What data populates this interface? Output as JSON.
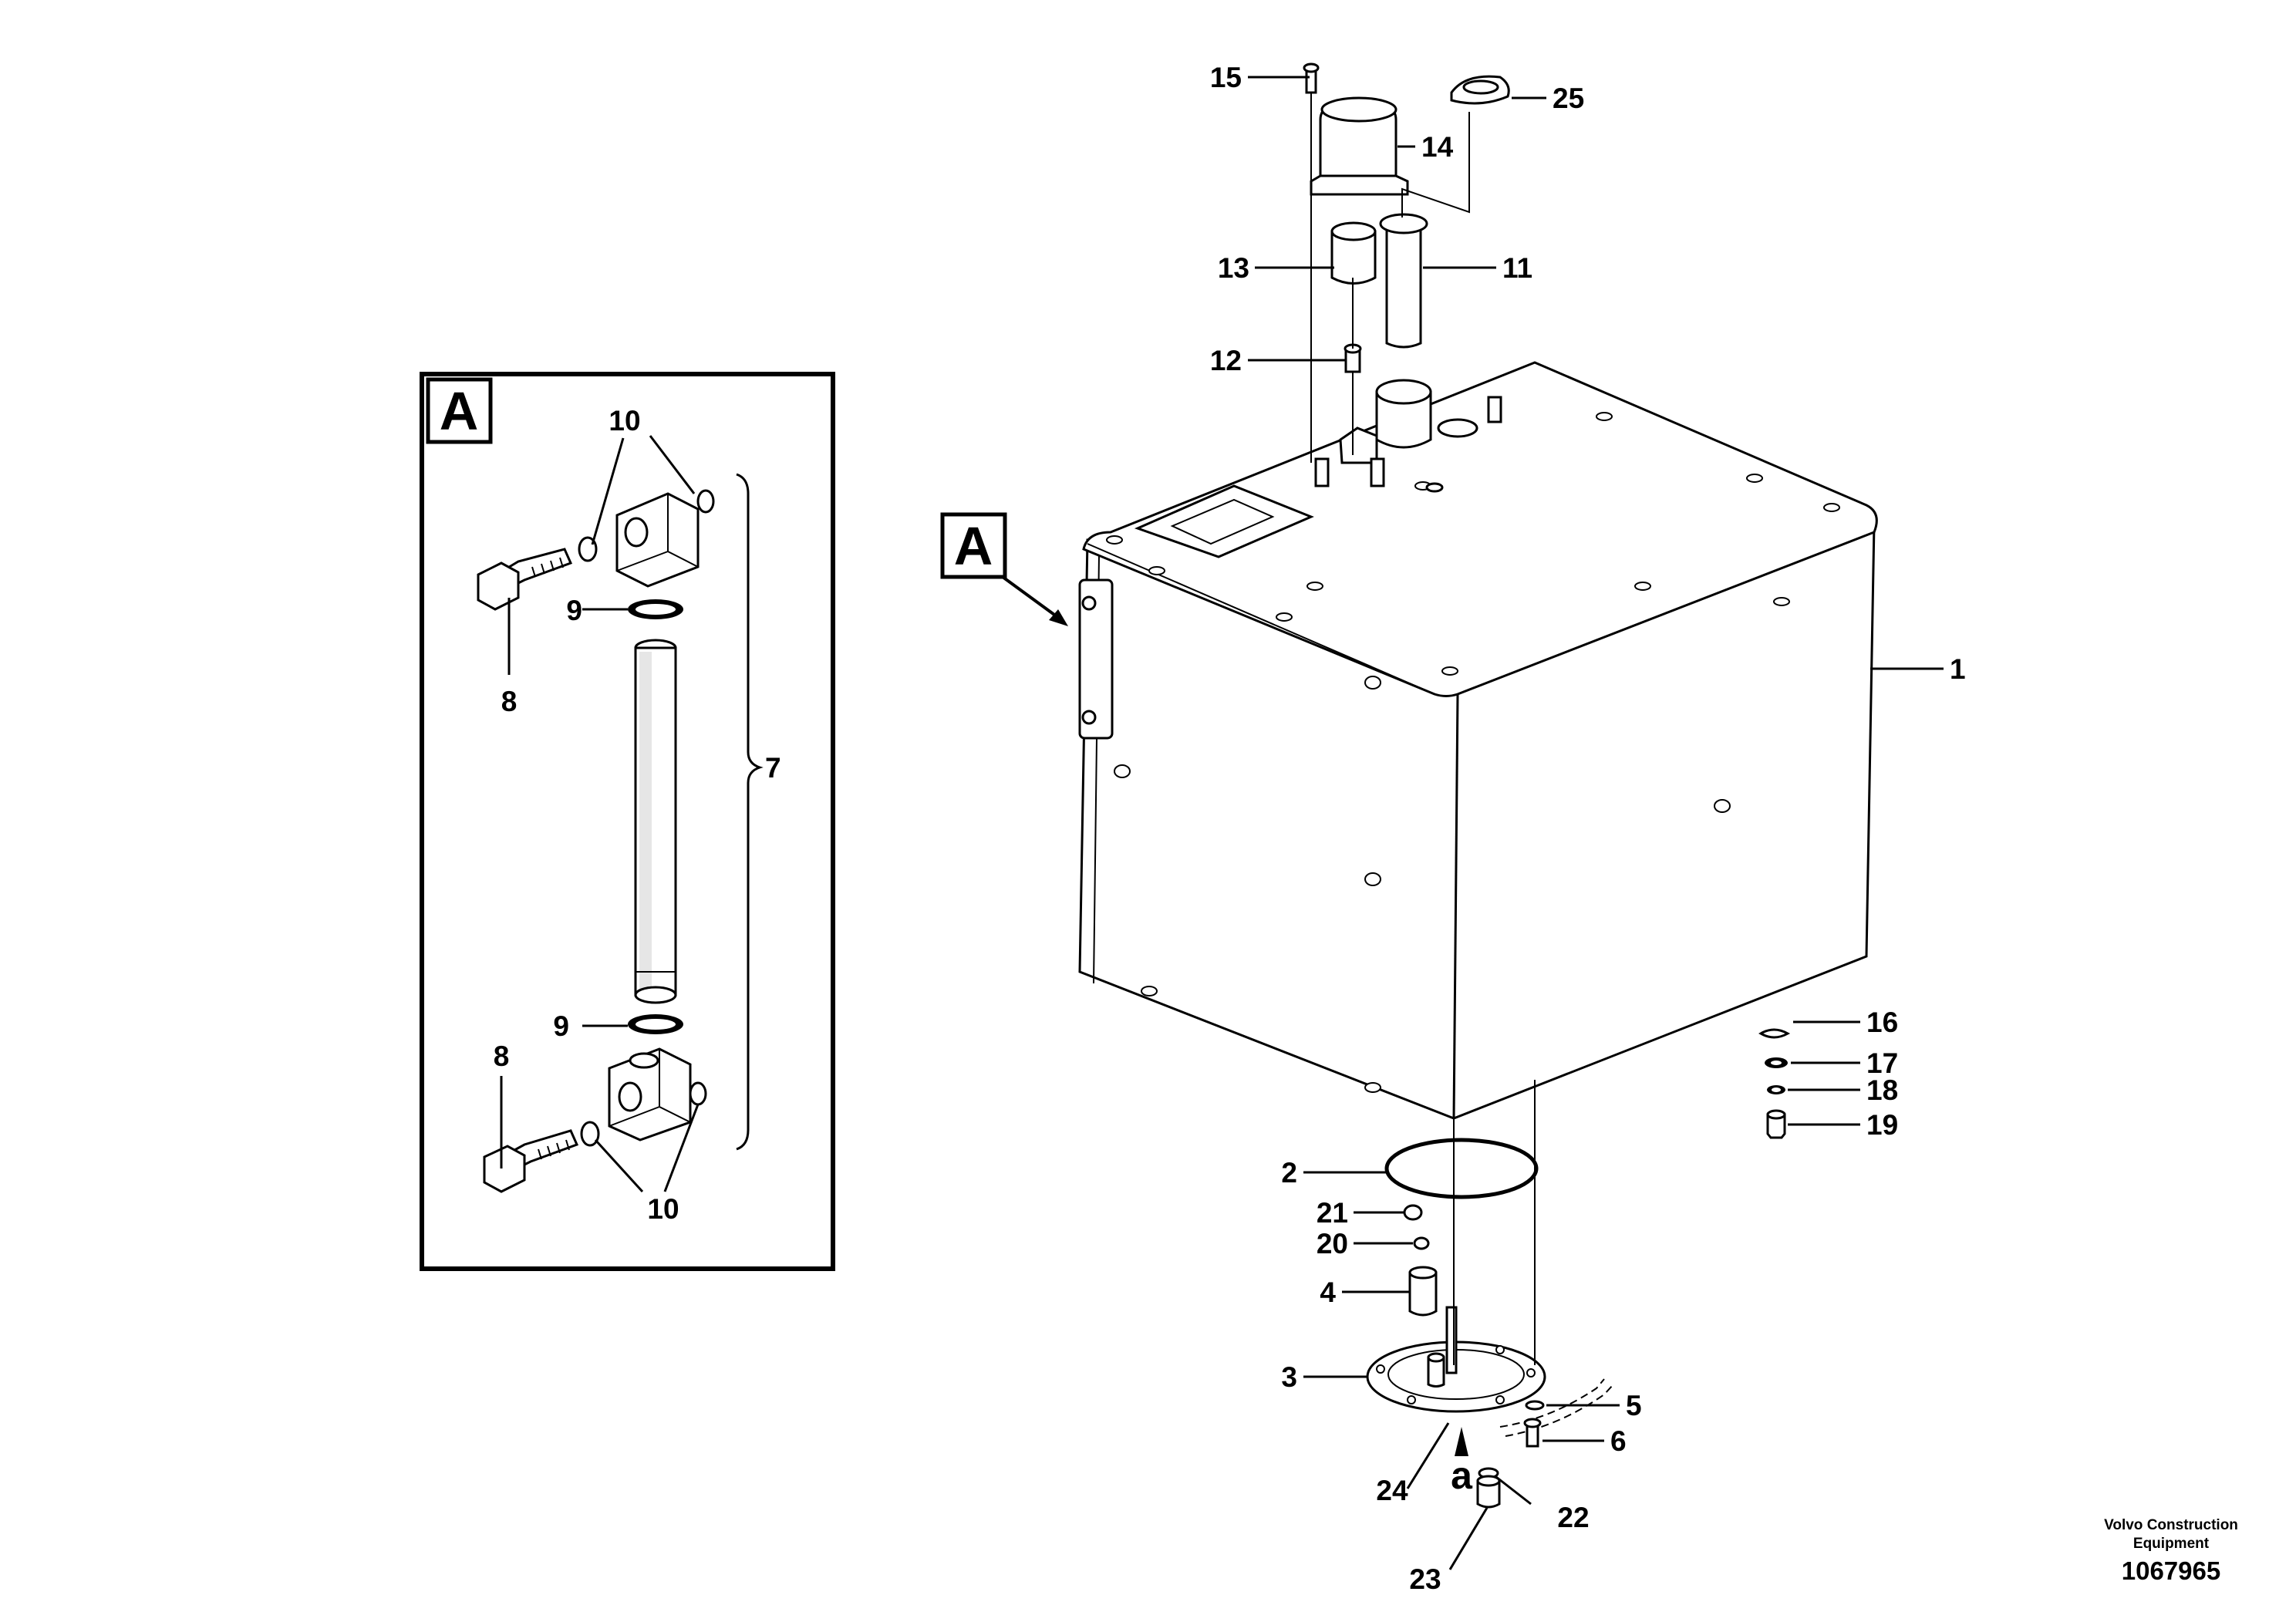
{
  "detail_view": {
    "letter": "A"
  },
  "main_view_marker": {
    "letter": "A"
  },
  "section_marker": {
    "label": "a"
  },
  "callouts": {
    "c1": "1",
    "c2": "2",
    "c3": "3",
    "c4": "4",
    "c5": "5",
    "c6": "6",
    "c7": "7",
    "c8a": "8",
    "c8b": "8",
    "c9a": "9",
    "c9b": "9",
    "c10a": "10",
    "c10b": "10",
    "c11": "11",
    "c12": "12",
    "c13": "13",
    "c14": "14",
    "c15": "15",
    "c16": "16",
    "c17": "17",
    "c18": "18",
    "c19": "19",
    "c20": "20",
    "c21": "21",
    "c22": "22",
    "c23": "23",
    "c24": "24",
    "c25": "25"
  },
  "footer": {
    "brand_line1": "Volvo Construction",
    "brand_line2": "Equipment",
    "doc_number": "1067965"
  }
}
